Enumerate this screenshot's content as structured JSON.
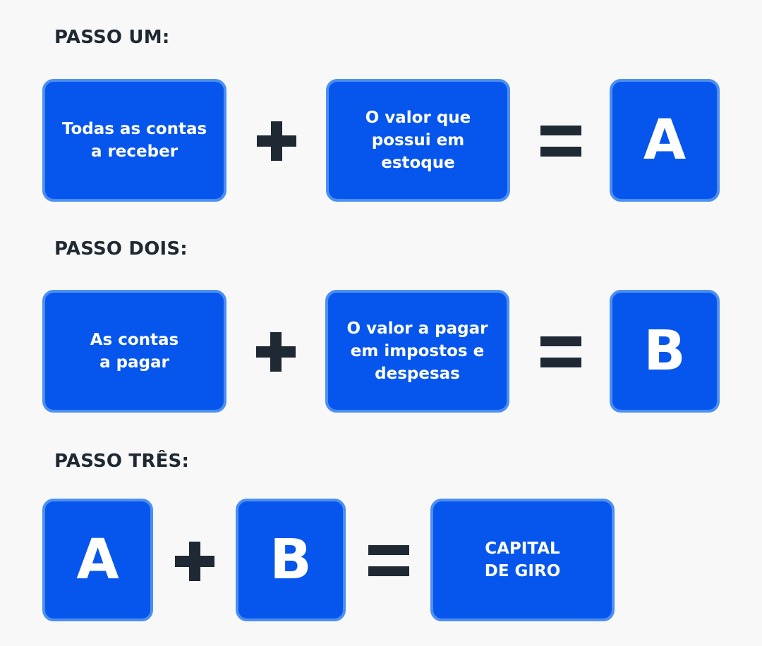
{
  "steps": [
    {
      "title": "PASSO UM:",
      "box1": "Todas as contas\na receber",
      "box2": "O valor que\npossui em\nestoque",
      "result": "A"
    },
    {
      "title": "PASSO DOIS:",
      "box1": "As contas\na pagar",
      "box2": "O valor a pagar\nem impostos e\ndespesas",
      "result": "B"
    },
    {
      "title": "PASSO TRÊS:",
      "box1": "A",
      "box2": "B",
      "result": "CAPITAL\nDE GIRO"
    }
  ],
  "colors": {
    "box_fill": "#0656ee",
    "box_border": "#4c8ff2",
    "text_dark": "#1f2933",
    "background": "#f8f8f8"
  }
}
